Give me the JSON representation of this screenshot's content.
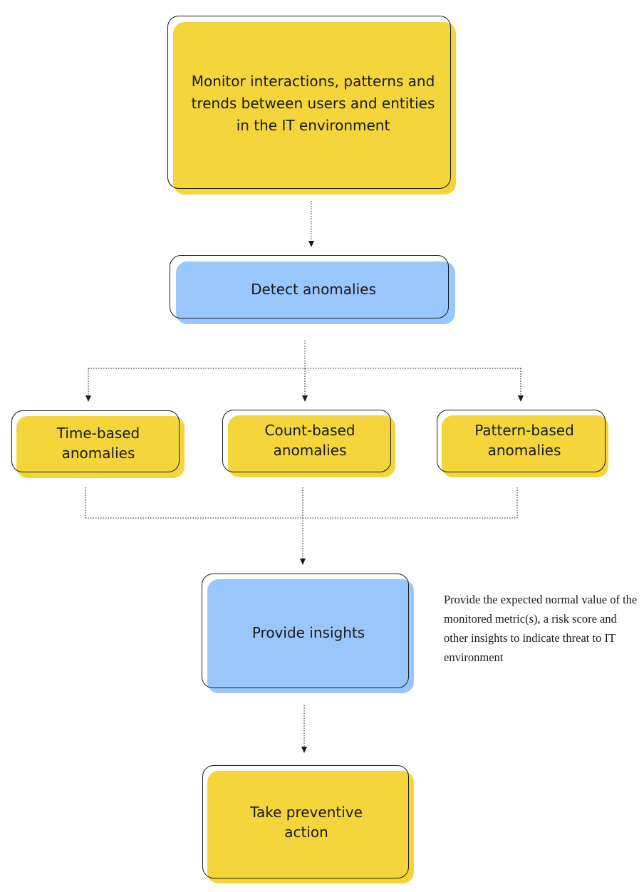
{
  "colors": {
    "yellow": "#f4d53c",
    "blue": "#9ac7fb",
    "outline": "#1a1a1a",
    "connector": "#1a1a1a"
  },
  "nodes": {
    "monitor": "Monitor interactions, patterns and trends between users and entities in the IT environment",
    "detect": "Detect anomalies",
    "time_based": "Time-based anomalies",
    "count_based": "Count-based anomalies",
    "pattern_based": "Pattern-based anomalies",
    "insights": "Provide insights",
    "action": "Take preventive action"
  },
  "annotation": "Provide the expected normal value of the monitored metric(s), a risk score and other insights to indicate threat to IT environment",
  "edges": [
    {
      "from": "monitor",
      "to": "detect"
    },
    {
      "from": "detect",
      "to": "time_based"
    },
    {
      "from": "detect",
      "to": "count_based"
    },
    {
      "from": "detect",
      "to": "pattern_based"
    },
    {
      "from": "time_based",
      "to": "insights"
    },
    {
      "from": "count_based",
      "to": "insights"
    },
    {
      "from": "pattern_based",
      "to": "insights"
    },
    {
      "from": "insights",
      "to": "action"
    }
  ]
}
